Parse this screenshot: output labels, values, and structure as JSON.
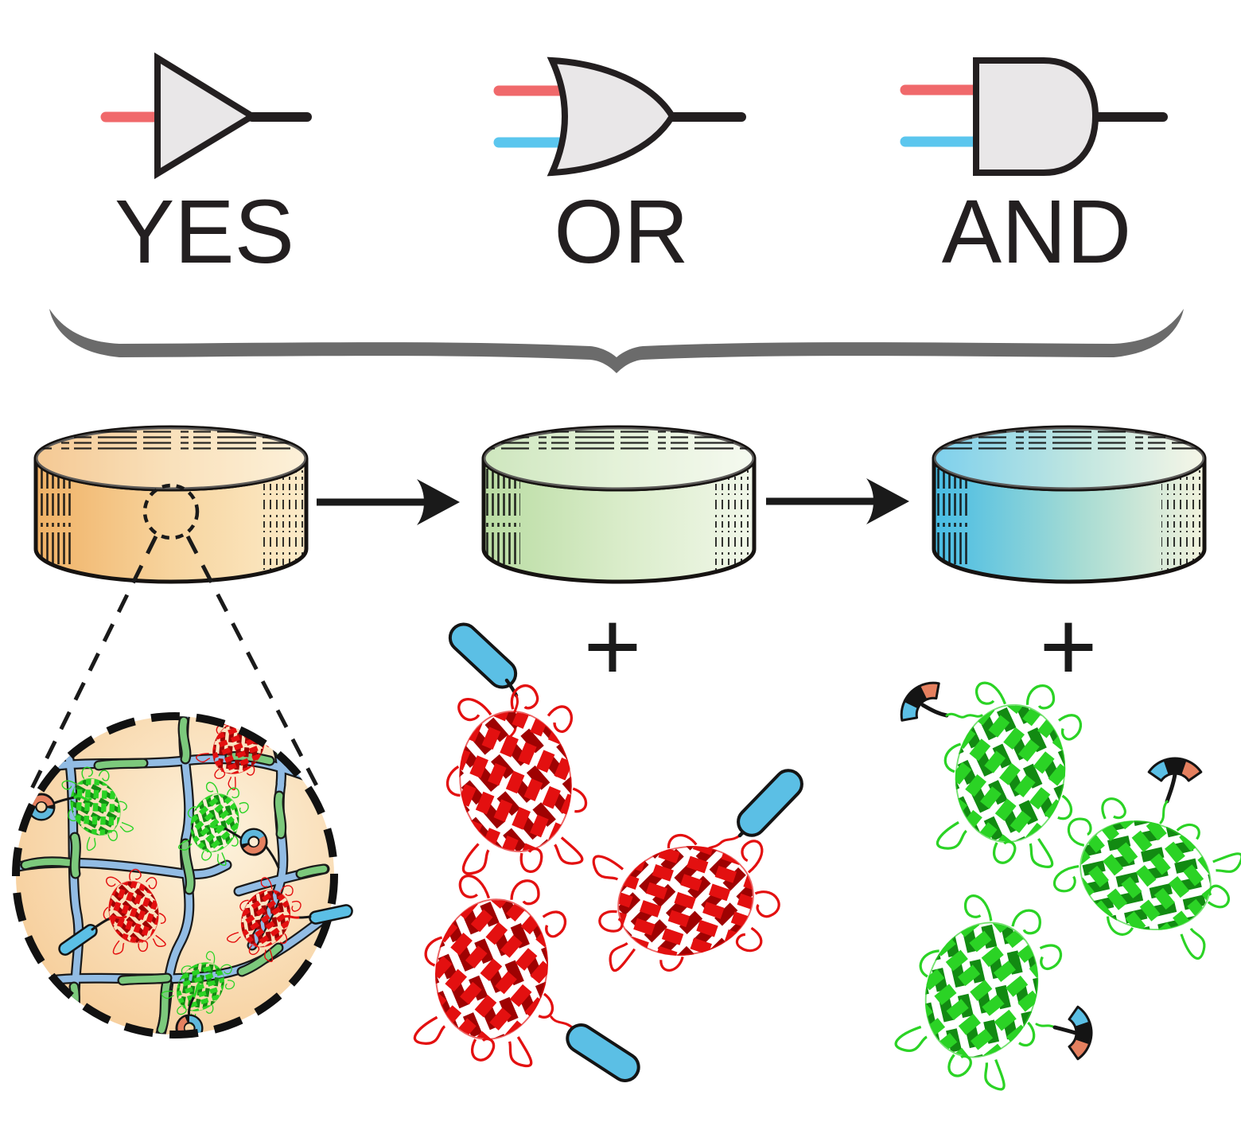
{
  "gates": [
    {
      "label": "YES",
      "type": "buffer",
      "inputs": [
        "red"
      ]
    },
    {
      "label": "OR",
      "type": "or",
      "inputs": [
        "red",
        "blue"
      ]
    },
    {
      "label": "AND",
      "type": "and",
      "inputs": [
        "red",
        "blue"
      ]
    }
  ],
  "operators": {
    "plus_mid": "+",
    "plus_right": "+"
  },
  "colors": {
    "ink": "#231F20",
    "input-red": "#F0696B",
    "input-blue": "#5BC6EE",
    "gate-fill": "#E9E7E8",
    "brace": "#6B6B6B",
    "gel-orange-dark": "#F0B165",
    "gel-orange-mid": "#F7D49E",
    "gel-orange-light": "#FCEBC9",
    "gel-green-dark": "#B9DCA2",
    "gel-green-mid": "#D9ECC9",
    "gel-green-light": "#F1F7E9",
    "gel-blue-dark": "#46BCE5",
    "gel-blue-mid": "#A8DCD3",
    "gel-blue-light": "#F2F2DC",
    "net-bg-edge": "#F5C68C",
    "net-bg-light": "#FDF3DE",
    "strand-blue": "#92BCE4",
    "linker-green": "#7CC97C",
    "ring-salmon": "#E5805F",
    "ring-blue": "#5FB8DC",
    "tag-blue": "#5BBFE5",
    "rfp": "#E31010",
    "rfp-dark": "#9E0202",
    "gfp": "#2BD325",
    "gfp-dark": "#128A12"
  }
}
